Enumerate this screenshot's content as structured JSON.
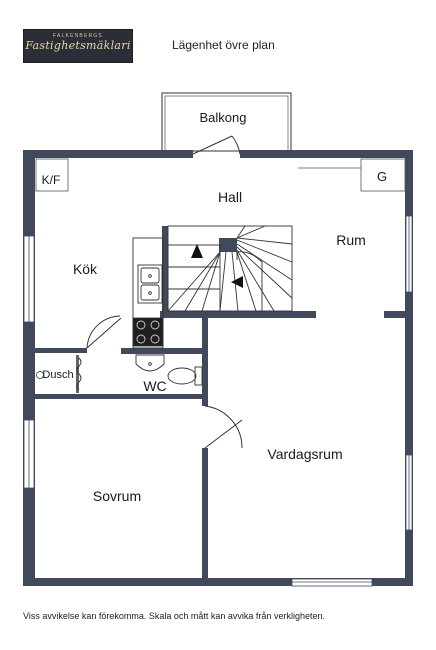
{
  "logo": {
    "top_text": "FALKENBERGS",
    "script_text": "Fastighetsmäklari"
  },
  "title": "Lägenhet övre plan",
  "rooms": {
    "balkong": "Balkong",
    "kf": "K/F",
    "g": "G",
    "hall": "Hall",
    "rum": "Rum",
    "kok": "Kök",
    "dusch": "Dusch",
    "wc": "WC",
    "vardagsrum": "Vardagsrum",
    "sovrum": "Sovrum"
  },
  "footer": "Viss avvikelse kan förekomma. Skala och mått kan avvika från verkligheten.",
  "colors": {
    "wall": "#414a5d",
    "fixture_line": "#333333",
    "background": "#ffffff"
  }
}
